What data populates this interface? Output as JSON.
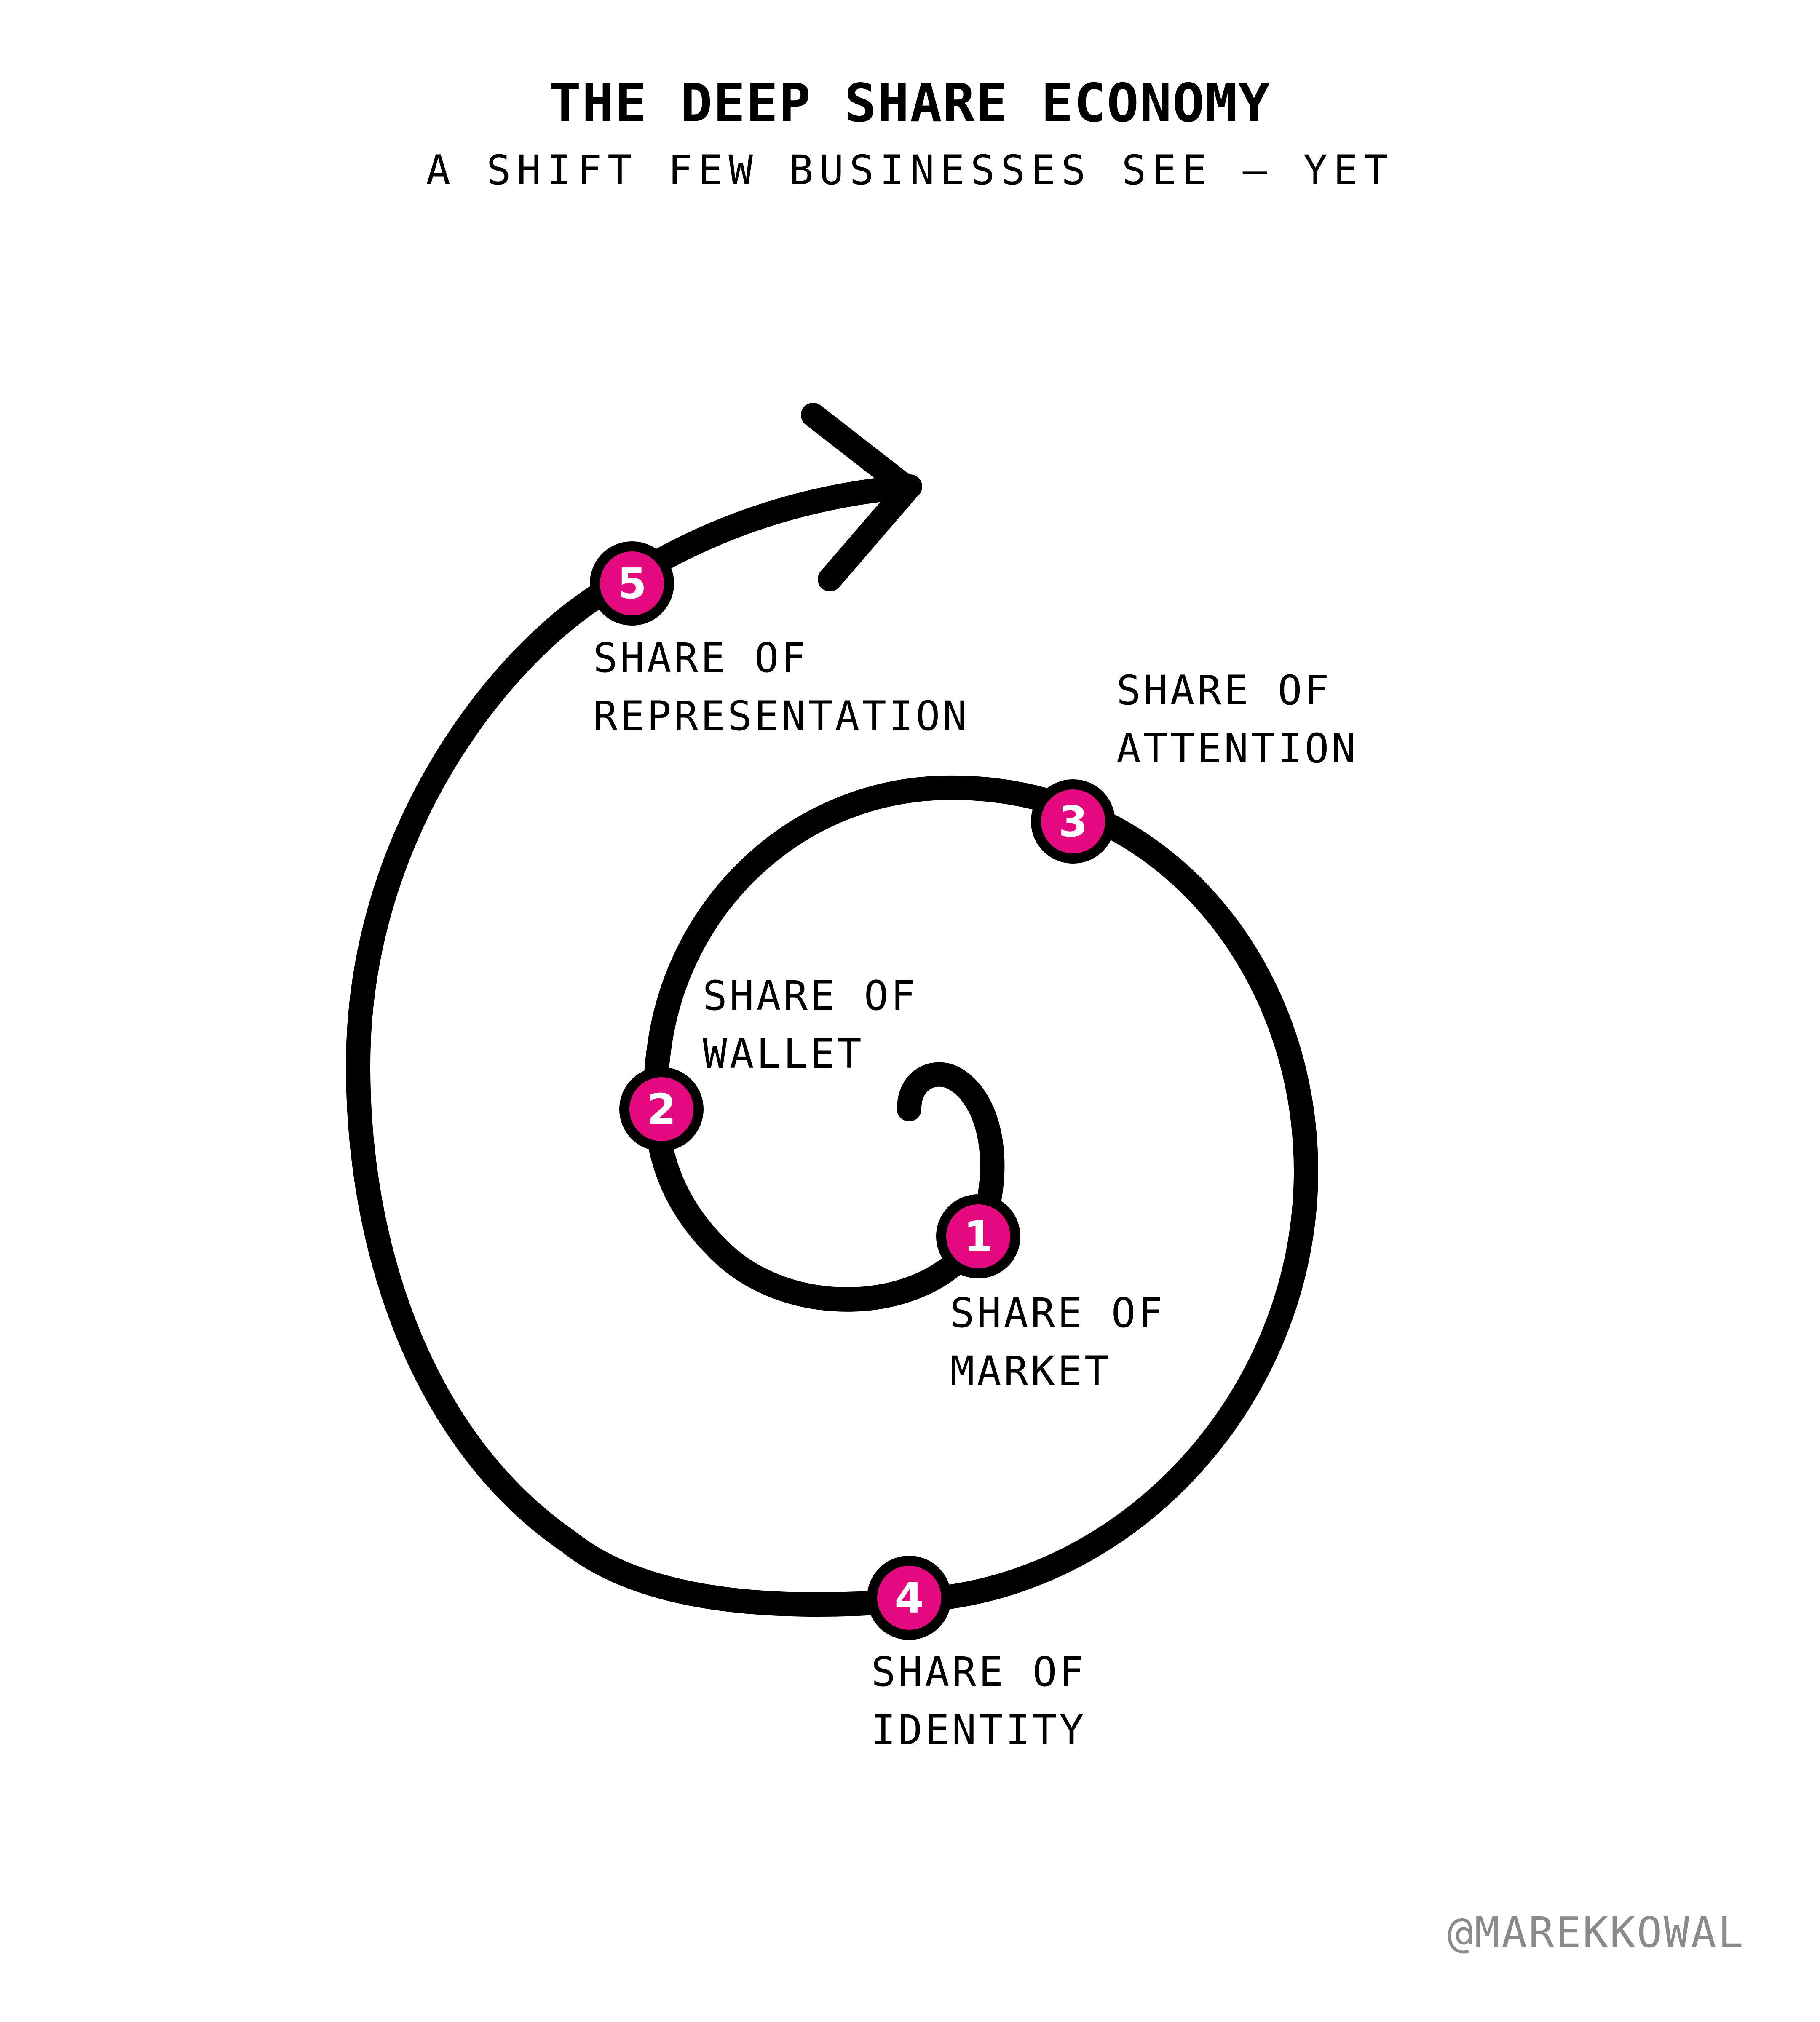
{
  "header": {
    "title": "THE DEEP SHARE ECONOMY",
    "subtitle": "A SHIFT FEW BUSINESSES SEE – YET"
  },
  "colors": {
    "marker_fill": "#E5097F",
    "stroke": "#000000",
    "background": "#FFFFFF",
    "handle": "#8A8A8A"
  },
  "stages": [
    {
      "number": "1",
      "line1": "SHARE OF",
      "line2": "MARKET"
    },
    {
      "number": "2",
      "line1": "SHARE OF",
      "line2": "WALLET"
    },
    {
      "number": "3",
      "line1": "SHARE OF",
      "line2": "ATTENTION"
    },
    {
      "number": "4",
      "line1": "SHARE OF",
      "line2": "IDENTITY"
    },
    {
      "number": "5",
      "line1": "SHARE OF",
      "line2": "REPRESENTATION"
    }
  ],
  "footer": {
    "handle": "@MAREKKOWAL"
  }
}
